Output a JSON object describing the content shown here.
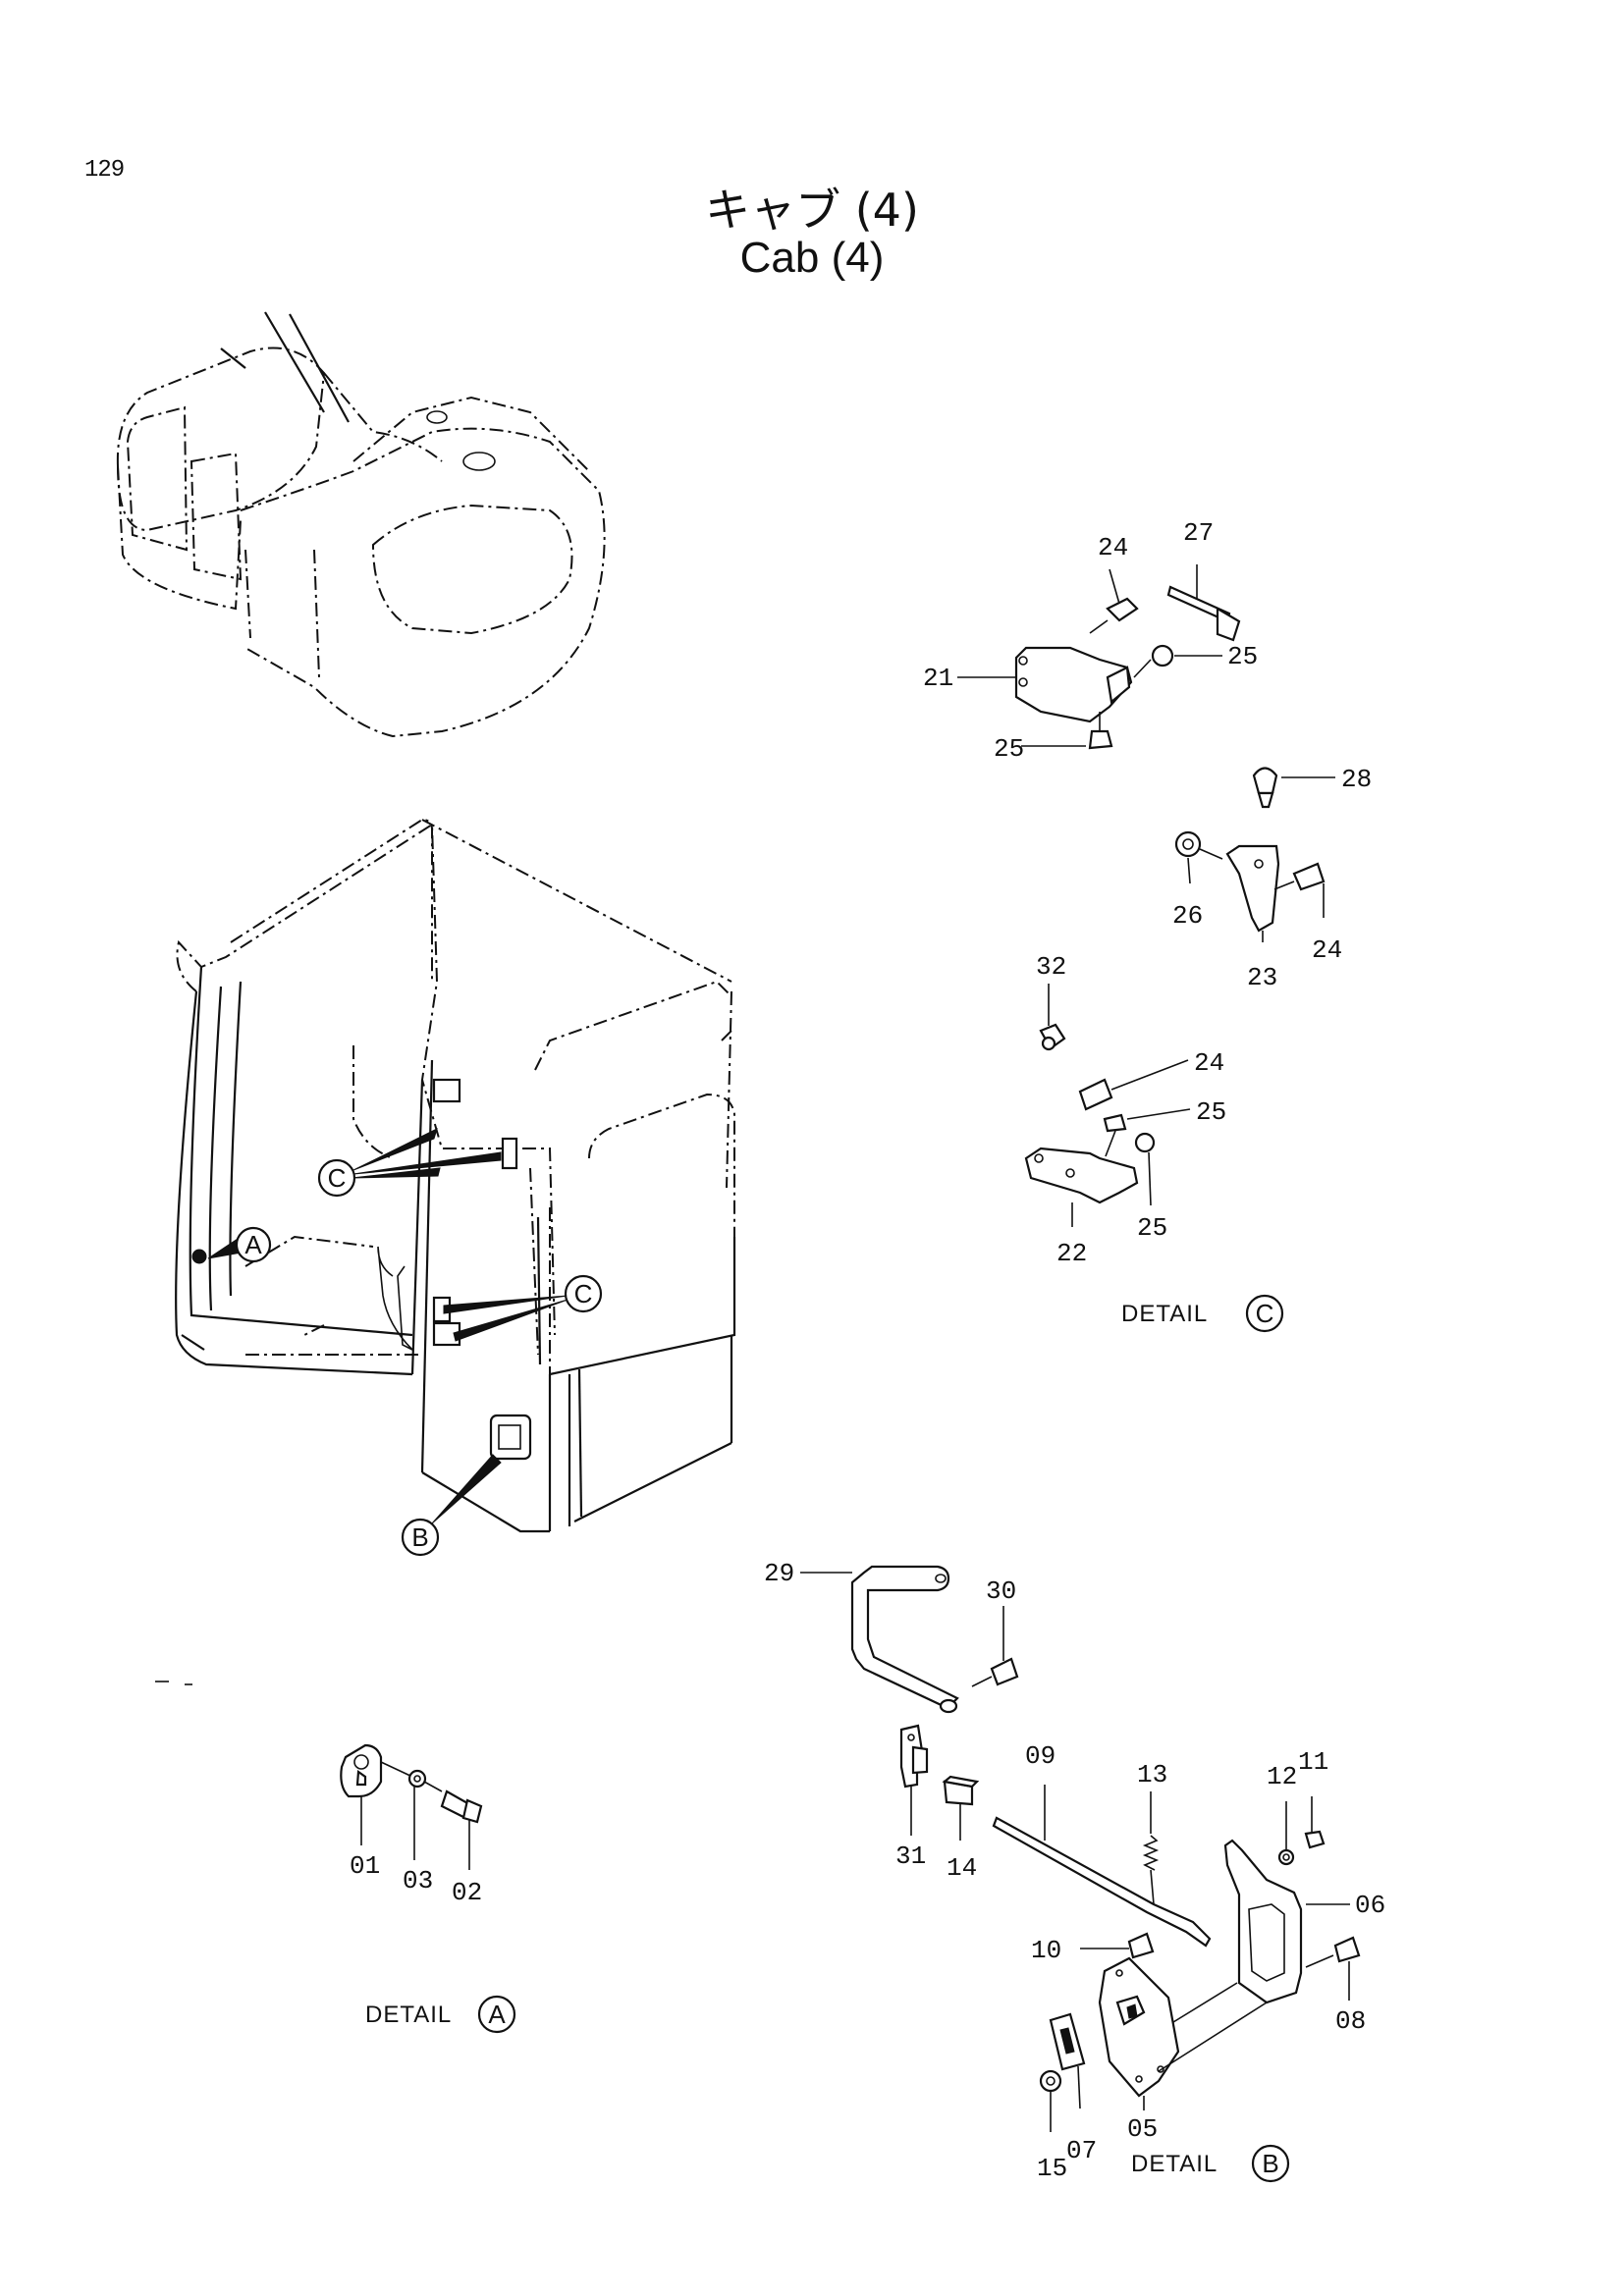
{
  "page_number": "129",
  "title_jp": "キャブ (4)",
  "title_en": "Cab (4)",
  "callouts": {
    "a": "A",
    "b": "B",
    "c": "C"
  },
  "details": {
    "a": {
      "label": "DETAIL",
      "letter": "A"
    },
    "b": {
      "label": "DETAIL",
      "letter": "B"
    },
    "c": {
      "label": "DETAIL",
      "letter": "C"
    }
  },
  "parts": {
    "p01": "01",
    "p02": "02",
    "p03": "03",
    "p05": "05",
    "p06": "06",
    "p07": "07",
    "p08": "08",
    "p09": "09",
    "p10": "10",
    "p11": "11",
    "p12": "12",
    "p13": "13",
    "p14": "14",
    "p15": "15",
    "p21": "21",
    "p22": "22",
    "p23": "23",
    "p24a": "24",
    "p24b": "24",
    "p24c": "24",
    "p25a": "25",
    "p25b": "25",
    "p25c": "25",
    "p25d": "25",
    "p26": "26",
    "p27": "27",
    "p28": "28",
    "p29": "29",
    "p30": "30",
    "p31": "31",
    "p32": "32"
  }
}
